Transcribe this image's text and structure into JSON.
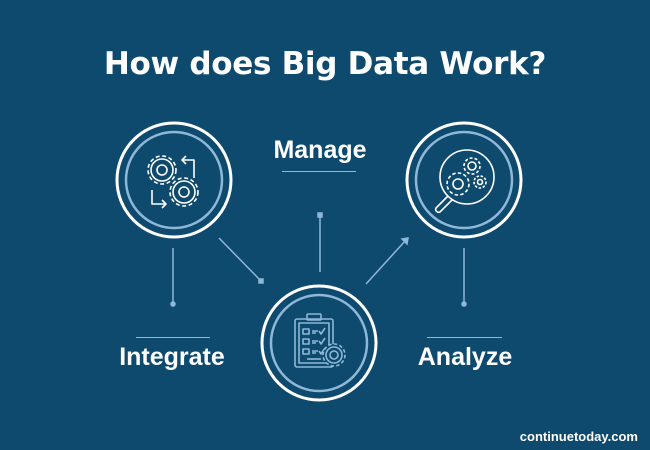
{
  "title": "How does Big Data Work?",
  "stages": [
    {
      "id": "integrate",
      "label": "Integrate",
      "icon": "gears-cycle-icon"
    },
    {
      "id": "manage",
      "label": "Manage",
      "icon": "clipboard-checklist-gear-icon"
    },
    {
      "id": "analyze",
      "label": "Analyze",
      "icon": "magnifier-gears-icon"
    }
  ],
  "footer": {
    "brand": "continuetoday.com"
  },
  "colors": {
    "background": "#0d4a6e",
    "ring_outer": "#ffffff",
    "ring_inner": "#8fb8d8",
    "connector": "#8fb8d8",
    "text": "#ffffff"
  }
}
